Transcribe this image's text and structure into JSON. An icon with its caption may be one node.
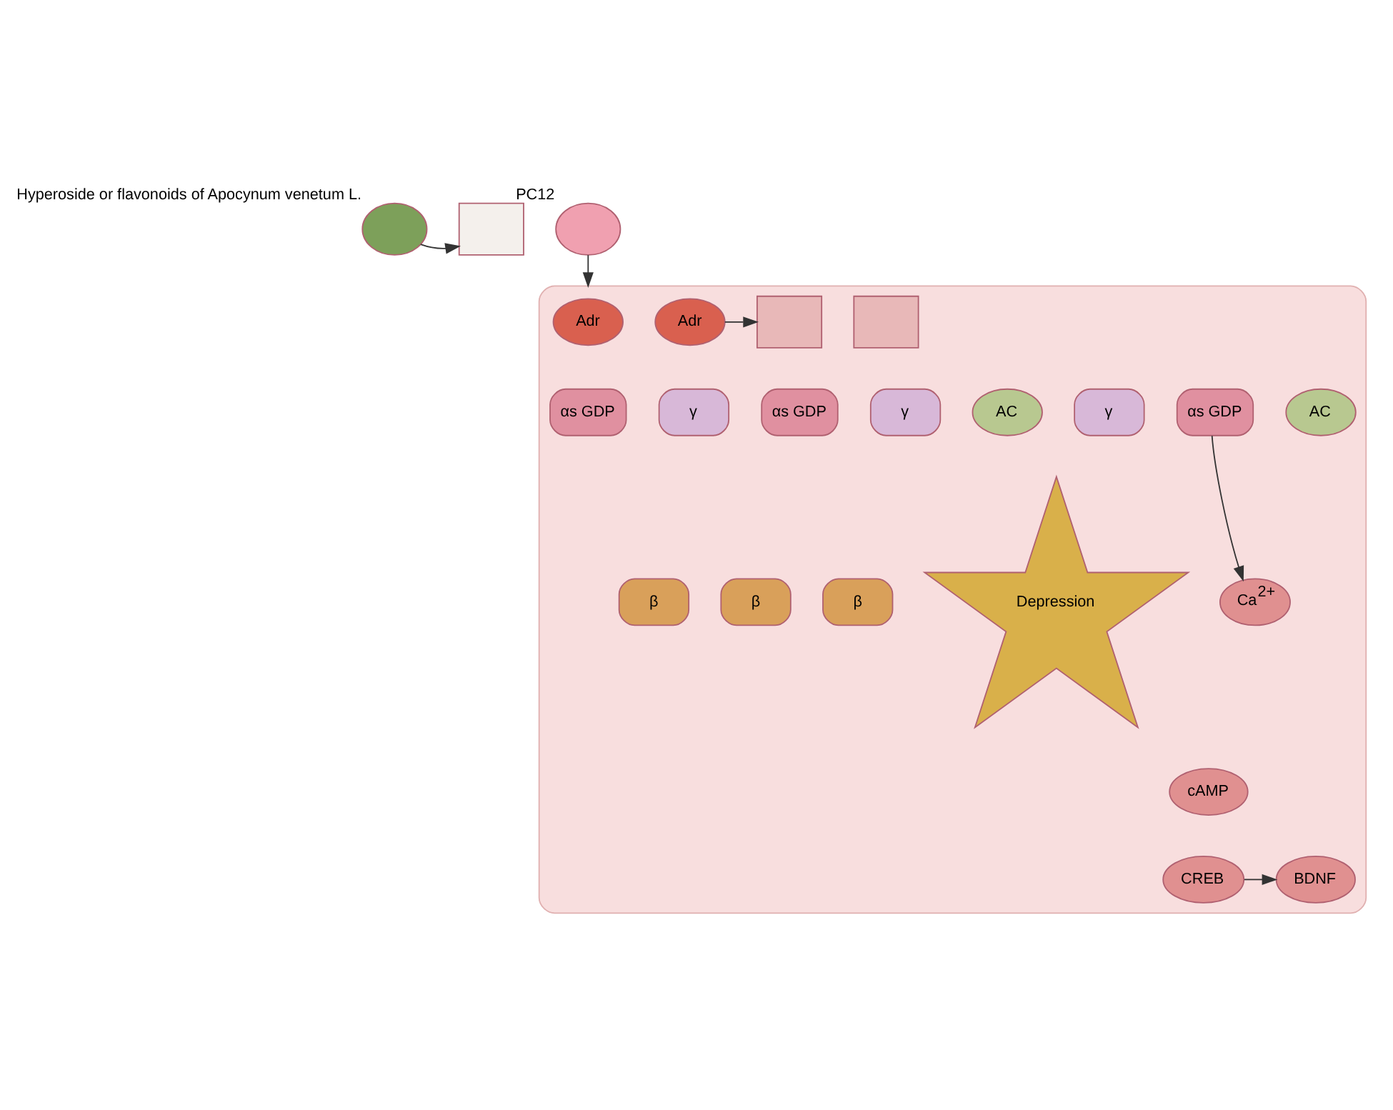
{
  "diagram": {
    "nodes": [
      {
        "text": [],
        "shape": "circle",
        "beside": [
          "Hyperoside or flavonoids of Apocynum venetum L."
        ]
      },
      {
        "text": [],
        "shape": "box"
      },
      {
        "text": [],
        "shape": "circle",
        "beside": [
          "PC12"
        ]
      },
      {
        "text": [],
        "shape": "cloud"
      },
      {
        "text": [
          "Adr"
        ],
        "in": 3
      },
      {
        "text": [
          "Adr"
        ],
        "in": 3
      },
      {
        "text": [],
        "shape": "box",
        "in": 3
      },
      {
        "text": [],
        "shape": "box",
        "in": 3
      },
      {
        "text": [
          "αs GDP"
        ],
        "in": 3
      },
      {
        "text": [
          "γ"
        ],
        "in": 3
      },
      {
        "text": [
          "β"
        ],
        "in": 3
      },
      {
        "text": [
          "αs GDP"
        ],
        "in": 3
      },
      {
        "text": [
          "γ"
        ],
        "in": 3
      },
      {
        "text": [
          "β"
        ],
        "in": 3
      },
      {
        "text": [
          "AC"
        ],
        "in": 3
      },
      {
        "text": [
          "γ"
        ],
        "in": 3
      },
      {
        "text": [
          "β"
        ],
        "in": 3
      },
      {
        "text": [
          "αs GDP"
        ],
        "in": 3
      },
      {
        "text": [
          "AC"
        ],
        "in": 3
      },
      {
        "text": [
          "Depression"
        ],
        "in": 3
      },
      {
        "text": [
          "Ca$^{2+}$"
        ],
        "in": 3
      },
      {
        "text": [
          "cAMP"
        ],
        "in": 3
      },
      {
        "text": [
          "CREB"
        ],
        "in": 3
      },
      {
        "text": [
          "BDNF"
        ],
        "in": 3
      }
    ],
    "edges": [
      {
        "from": 0,
        "to": 1,
        "arrow": "to"
      },
      {
        "from": 2,
        "to": 3,
        "arrow": "to"
      },
      {
        "from": 5,
        "to": 6,
        "arrow": "to"
      },
      {
        "from": 17,
        "to": 20,
        "arrow": "to"
      },
      {
        "from": 22,
        "to": 23,
        "arrow": "to"
      }
    ]
  }
}
